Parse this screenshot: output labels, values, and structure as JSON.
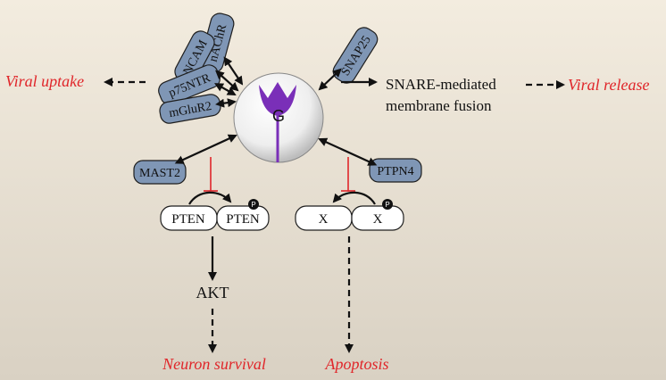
{
  "diagram": {
    "center_label": "G",
    "receptors_left": [
      "nAChR",
      "NCAM",
      "p75NTR",
      "mGluR2"
    ],
    "receptor_right": "SNAP25",
    "viral_uptake": "Viral uptake",
    "snare_line1": "SNARE-mediated",
    "snare_line2": "membrane fusion",
    "viral_release": "Viral release",
    "mast2": "MAST2",
    "ptpn4": "PTPN4",
    "pten_left": "PTEN",
    "pten_right": "PTEN",
    "x_left": "X",
    "x_right": "X",
    "phospho": "P",
    "akt": "AKT",
    "neuron_survival": "Neuron survival",
    "apoptosis": "Apoptosis"
  },
  "colors": {
    "background_top": "#f3ecdf",
    "receptor_fill": "#7f96b5",
    "highlight_red": "#e0262a",
    "g_protein_purple": "#7a2fb8"
  }
}
